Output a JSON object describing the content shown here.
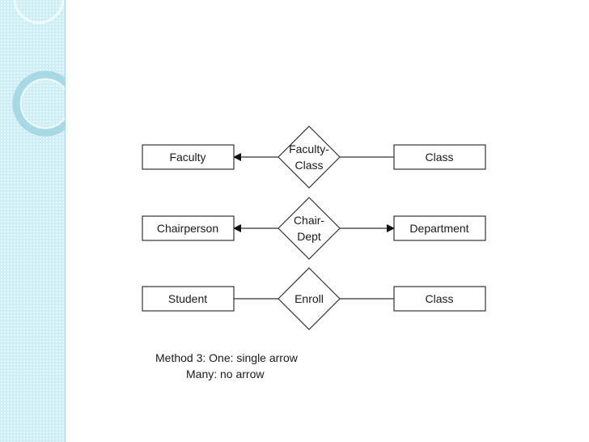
{
  "theme": {
    "sidebar_color": "#cdeef4",
    "line_color": "#333333"
  },
  "rows": [
    {
      "left_entity": "Faculty",
      "relationship": [
        "Faculty-",
        "Class"
      ],
      "right_entity": "Class",
      "left_arrow": true,
      "right_arrow": false
    },
    {
      "left_entity": "Chairperson",
      "relationship": [
        "Chair-",
        "Dept"
      ],
      "right_entity": "Department",
      "left_arrow": true,
      "right_arrow": true
    },
    {
      "left_entity": "Student",
      "relationship": [
        "Enroll"
      ],
      "right_entity": "Class",
      "left_arrow": false,
      "right_arrow": false
    }
  ],
  "legend": {
    "line1": "Method 3:  One: single arrow",
    "line2": "Many: no arrow"
  }
}
